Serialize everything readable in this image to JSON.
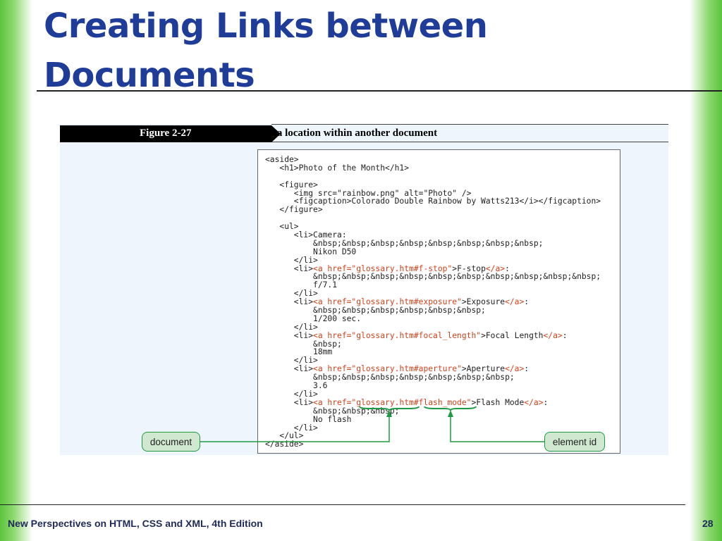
{
  "slide": {
    "title_line1": "Creating Links between",
    "title_line2": "Documents",
    "footer": "New Perspectives on HTML, CSS and XML, 4th Edition",
    "page_number": "28"
  },
  "figure": {
    "label": "Figure 2-27",
    "caption": "Linking to a location within another document",
    "callout_document": "document",
    "callout_element_id": "element id"
  },
  "code_lines": [
    [
      {
        "t": "<aside>"
      }
    ],
    [
      {
        "t": "   <h1>Photo of the Month</h1>"
      }
    ],
    [
      {
        "t": ""
      }
    ],
    [
      {
        "t": "   <figure>"
      }
    ],
    [
      {
        "t": "      <img src=\"rainbow.png\" alt=\"Photo\" />"
      }
    ],
    [
      {
        "t": "      <figcaption>Colorado Double Rainbow by Watts213</i></figcaption>"
      }
    ],
    [
      {
        "t": "   </figure>"
      }
    ],
    [
      {
        "t": ""
      }
    ],
    [
      {
        "t": "   <ul>"
      }
    ],
    [
      {
        "t": "      <li>Camera:"
      }
    ],
    [
      {
        "t": "          &nbsp;&nbsp;&nbsp;&nbsp;&nbsp;&nbsp;&nbsp;&nbsp;"
      }
    ],
    [
      {
        "t": "          Nikon D50"
      }
    ],
    [
      {
        "t": "      </li>"
      }
    ],
    [
      {
        "t": "      <li>"
      },
      {
        "t": "<a href=\"glossary.htm#f-stop\"",
        "h": true
      },
      {
        "t": ">F-stop"
      },
      {
        "t": "</a>",
        "h": true
      },
      {
        "t": ":"
      }
    ],
    [
      {
        "t": "          &nbsp;&nbsp;&nbsp;&nbsp;&nbsp;&nbsp;&nbsp;&nbsp;&nbsp;&nbsp;"
      }
    ],
    [
      {
        "t": "          f/7.1"
      }
    ],
    [
      {
        "t": "      </li>"
      }
    ],
    [
      {
        "t": "      <li>"
      },
      {
        "t": "<a href=\"glossary.htm#exposure\"",
        "h": true
      },
      {
        "t": ">Exposure"
      },
      {
        "t": "</a>",
        "h": true
      },
      {
        "t": ":"
      }
    ],
    [
      {
        "t": "          &nbsp;&nbsp;&nbsp;&nbsp;&nbsp;&nbsp;"
      }
    ],
    [
      {
        "t": "          1/200 sec."
      }
    ],
    [
      {
        "t": "      </li>"
      }
    ],
    [
      {
        "t": "      <li>"
      },
      {
        "t": "<a href=\"glossary.htm#focal_length\"",
        "h": true
      },
      {
        "t": ">Focal Length"
      },
      {
        "t": "</a>",
        "h": true
      },
      {
        "t": ":"
      }
    ],
    [
      {
        "t": "          &nbsp;"
      }
    ],
    [
      {
        "t": "          18mm"
      }
    ],
    [
      {
        "t": "      </li>"
      }
    ],
    [
      {
        "t": "      <li>"
      },
      {
        "t": "<a href=\"glossary.htm#aperture\"",
        "h": true
      },
      {
        "t": ">Aperture"
      },
      {
        "t": "</a>",
        "h": true
      },
      {
        "t": ":"
      }
    ],
    [
      {
        "t": "          &nbsp;&nbsp;&nbsp;&nbsp;&nbsp;&nbsp;&nbsp;"
      }
    ],
    [
      {
        "t": "          3.6"
      }
    ],
    [
      {
        "t": "      </li>"
      }
    ],
    [
      {
        "t": "      <li>"
      },
      {
        "t": "<a href=\"glossary.htm#flash_mode\"",
        "h": true
      },
      {
        "t": ">Flash Mode"
      },
      {
        "t": "</a>",
        "h": true
      },
      {
        "t": ":"
      }
    ],
    [
      {
        "t": "          &nbsp;&nbsp;&nbsp;"
      }
    ],
    [
      {
        "t": "          No flash"
      }
    ],
    [
      {
        "t": "      </li>"
      }
    ],
    [
      {
        "t": "   </ul>"
      }
    ],
    [
      {
        "t": "</aside>"
      }
    ]
  ],
  "colors": {
    "title": "#1f3c98",
    "code_highlight": "#d0431c",
    "callout_border": "#1e9a46",
    "callout_fill": "#cfe8cf",
    "figure_background": "#eef5fc"
  }
}
